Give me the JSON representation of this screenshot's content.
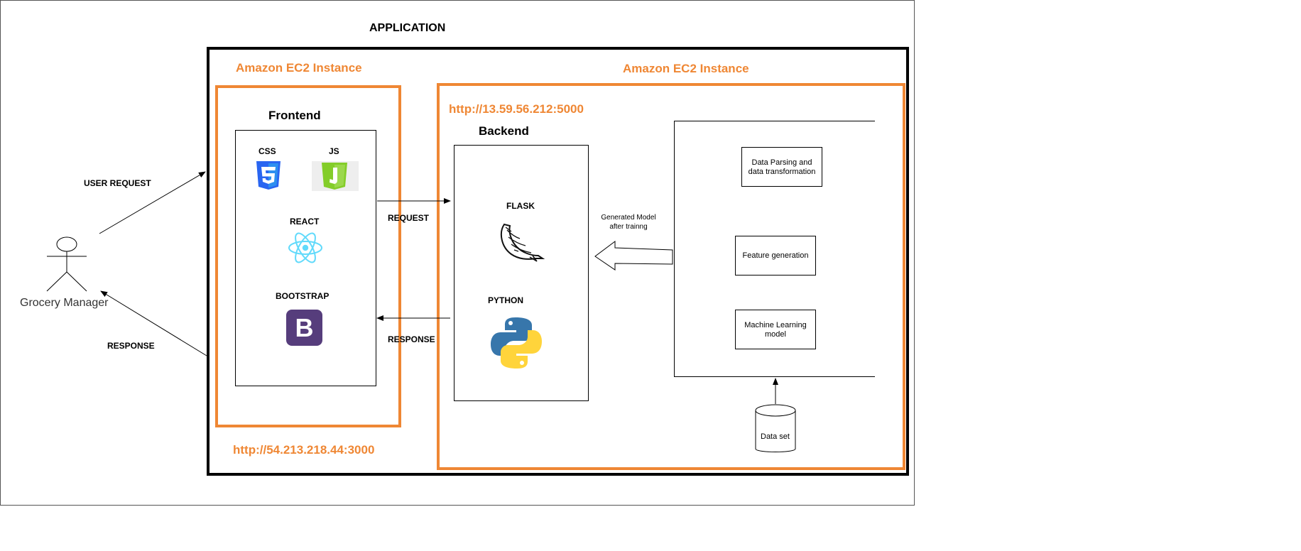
{
  "diagram": {
    "title": "APPLICATION",
    "actor": {
      "label": "Grocery Manager"
    },
    "arrows": {
      "user_request": "USER REQUEST",
      "response_left": "RESPONSE",
      "request": "REQUEST",
      "response_right": "RESPONSE",
      "generated_model_line1": "Generated Model",
      "generated_model_line2": "after trainng"
    },
    "frontend_instance": {
      "title": "Amazon EC2 Instance",
      "url": "http://54.213.218.44:3000",
      "heading": "Frontend",
      "tech": {
        "css": "CSS",
        "js": "JS",
        "react": "REACT",
        "bootstrap": "BOOTSTRAP"
      }
    },
    "backend_instance": {
      "title": "Amazon EC2 Instance",
      "url": "http://13.59.56.212:5000",
      "heading": "Backend",
      "tech": {
        "flask": "FLASK",
        "python": "PYTHON"
      }
    },
    "ml_pipeline": {
      "data_parsing_line1": "Data Parsing and",
      "data_parsing_line2": "data transformation",
      "feature_generation": "Feature generation",
      "ml_model_line1": "Machine Learning",
      "ml_model_line2": "model",
      "dataset": "Data set"
    },
    "colors": {
      "accent": "#ef8734",
      "css_blue": "#2965f1",
      "js_green": "#83cd29",
      "react_cyan": "#61dafb",
      "bootstrap_purple": "#563d7c",
      "python_blue": "#3776ab",
      "python_yellow": "#ffd43b"
    }
  }
}
